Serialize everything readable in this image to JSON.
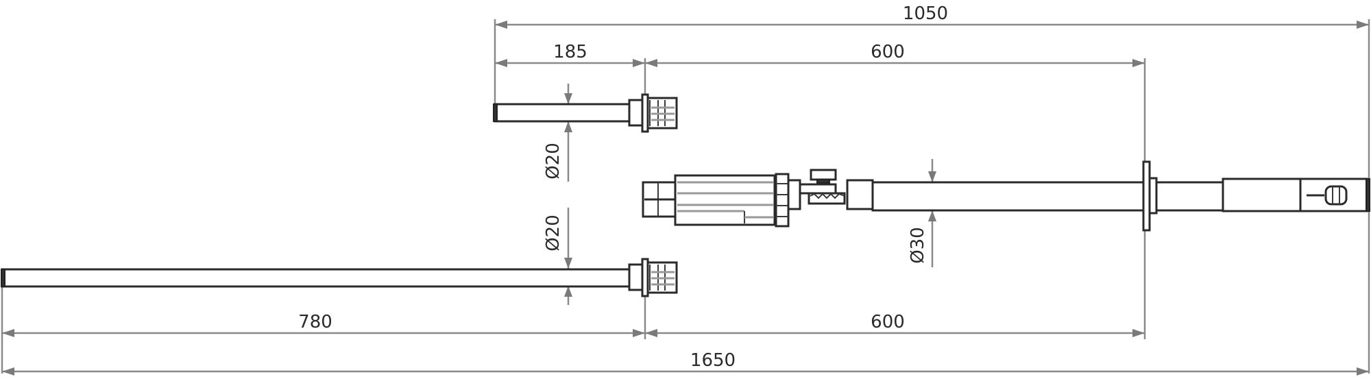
{
  "drawing": {
    "dimensions": {
      "overall_top": "1050",
      "short_rod_length": "185",
      "upper_600": "600",
      "lower_600": "600",
      "long_rod_length": "780",
      "overall_bottom": "1650",
      "dia_short_rod": "Ø20",
      "dia_long_rod": "Ø20",
      "dia_tube": "Ø30"
    },
    "colors": {
      "line": "#2a2a2a",
      "dimension": "#8a8a8a",
      "background": "#ffffff"
    }
  }
}
